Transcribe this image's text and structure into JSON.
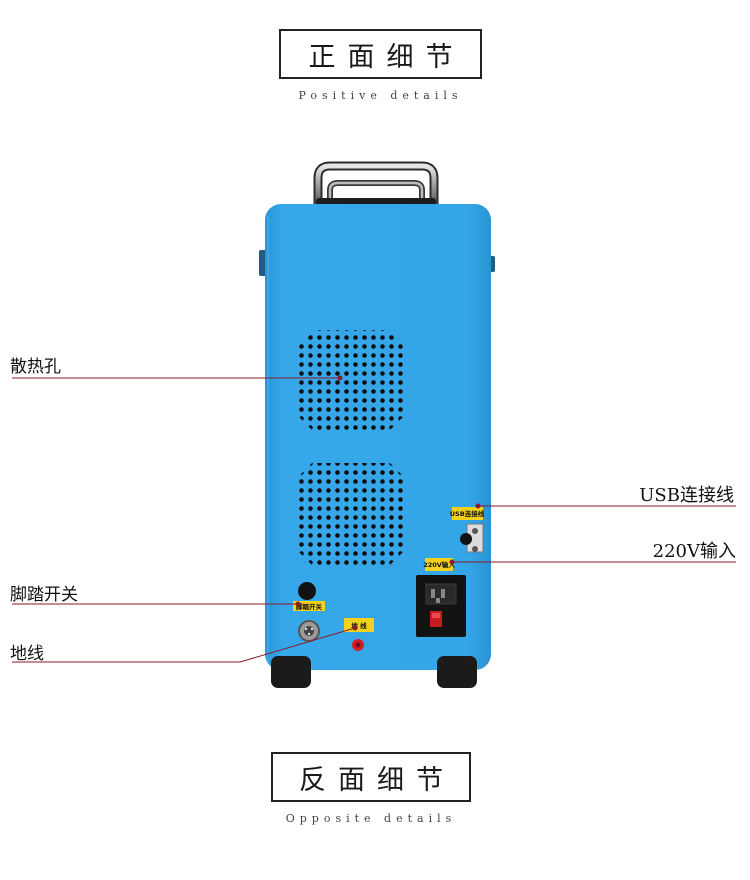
{
  "front": {
    "title": "正面细节",
    "subtitle": "Positive details"
  },
  "back": {
    "title": "反面细节",
    "subtitle": "Opposite details"
  },
  "callouts": {
    "heat_vent": "散热孔",
    "foot_switch": "脚踏开关",
    "ground_wire": "地线",
    "usb_cable": "USB连接线",
    "power_input": "220V输入"
  },
  "device_tags": {
    "foot_switch": "脚踏开关",
    "ground": "地 线",
    "usb": "USB连接线",
    "power": "220V输入"
  },
  "colors": {
    "body_blue": "#2ea3e6",
    "leader_line": "#8b1a2a",
    "tag_yellow": "#f2d21c",
    "feet_black": "#1b1b1b"
  }
}
